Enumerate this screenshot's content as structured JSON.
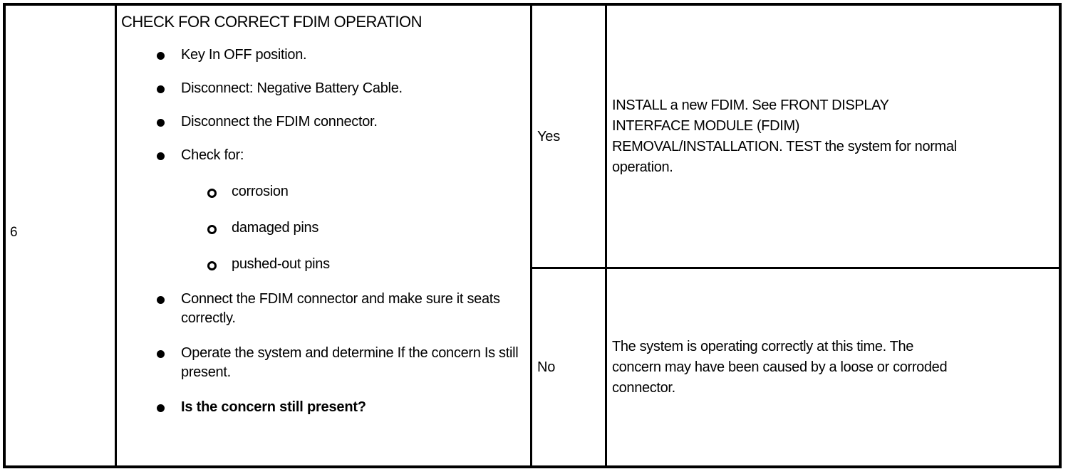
{
  "table": {
    "step_number": "6",
    "action": {
      "title": "CHECK FOR CORRECT FDIM OPERATION",
      "bullets": [
        {
          "text": "Key In OFF position.",
          "bold": false
        },
        {
          "text": "Disconnect: Negative Battery Cable.",
          "bold": false
        },
        {
          "text": "Disconnect the FDIM connector.",
          "bold": false
        },
        {
          "text": "Check for:",
          "bold": false
        }
      ],
      "sub_bullets": [
        {
          "text": "corrosion"
        },
        {
          "text": "damaged pins"
        },
        {
          "text": "pushed-out pins"
        }
      ],
      "bullets_after": [
        {
          "text": "Connect the FDIM connector and make sure it seats correctly.",
          "bold": false
        },
        {
          "text": "Operate the system and determine If the concern Is still present.",
          "bold": false
        },
        {
          "text": "Is the concern still present?",
          "bold": true
        }
      ]
    },
    "results": [
      {
        "answer": "Yes",
        "lines": [
          "INSTALL a new FDIM. See FRONT DISPLAY",
          "INTERFACE MODULE (FDIM)",
          "REMOVAL/INSTALLATION. TEST the system for normal",
          "operation."
        ]
      },
      {
        "answer": "No",
        "lines": [
          "The system is operating correctly at this time. The",
          "concern may have been caused by a loose or corroded",
          "connector."
        ]
      }
    ]
  },
  "colors": {
    "border": "#000000",
    "text": "#000000",
    "background": "#ffffff"
  }
}
